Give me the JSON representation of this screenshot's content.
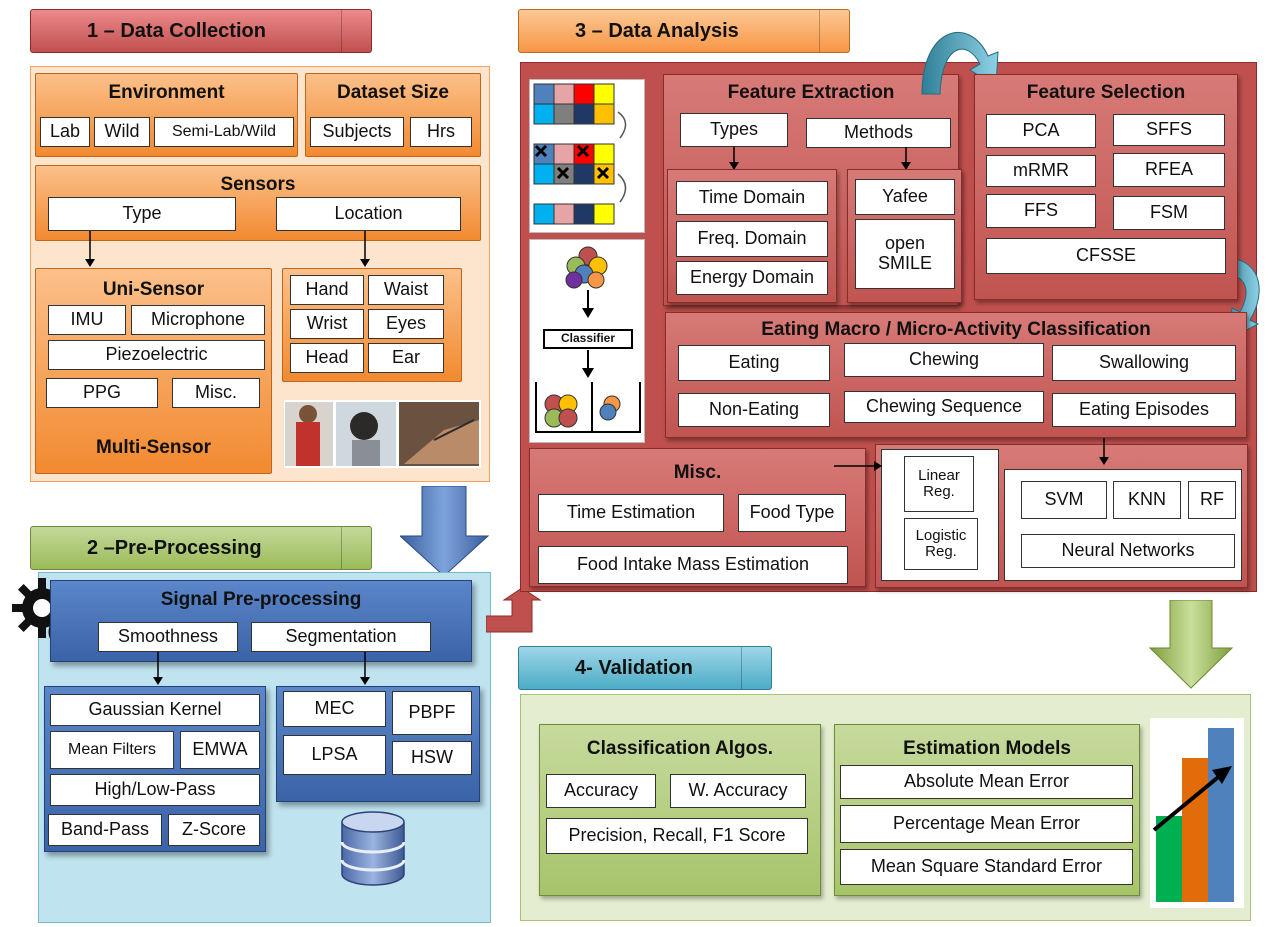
{
  "sections": {
    "data_collection": "1 – Data Collection",
    "pre_processing": "2 –Pre-Processing",
    "data_analysis": "3 – Data Analysis",
    "validation": "4- Validation"
  },
  "collection": {
    "environment": {
      "title": "Environment",
      "items": [
        "Lab",
        "Wild",
        "Semi-Lab/Wild"
      ]
    },
    "dataset_size": {
      "title": "Dataset Size",
      "items": [
        "Subjects",
        "Hrs"
      ]
    },
    "sensors": {
      "title": "Sensors",
      "type": "Type",
      "location": "Location"
    },
    "uni_sensor": {
      "title": "Uni-Sensor",
      "items": [
        "IMU",
        "Microphone",
        "Piezoelectric",
        "PPG",
        "Misc."
      ],
      "multi": "Multi-Sensor"
    },
    "locations": [
      "Hand",
      "Waist",
      "Wrist",
      "Eyes",
      "Head",
      "Ear"
    ]
  },
  "preprocessing": {
    "title": "Signal Pre-processing",
    "smoothness": "Smoothness",
    "segmentation": "Segmentation",
    "smooth_items": [
      "Gaussian Kernel",
      "Mean Filters",
      "EMWA",
      "High/Low-Pass",
      "Band-Pass",
      "Z-Score"
    ],
    "seg_items": [
      "MEC",
      "PBPF",
      "LPSA",
      "HSW"
    ]
  },
  "analysis": {
    "feature_extraction": {
      "title": "Feature Extraction",
      "types": "Types",
      "methods": "Methods",
      "domains": [
        "Time Domain",
        "Freq. Domain",
        "Energy Domain"
      ],
      "tools": [
        "Yafee",
        "open SMILE"
      ]
    },
    "feature_selection": {
      "title": "Feature Selection",
      "items": [
        "PCA",
        "SFFS",
        "mRMR",
        "RFEA",
        "FFS",
        "FSM",
        "CFSSE"
      ]
    },
    "classification": {
      "title": "Eating Macro / Micro-Activity Classification",
      "items": [
        "Eating",
        "Chewing",
        "Swallowing",
        "Non-Eating",
        "Chewing Sequence",
        "Eating Episodes"
      ]
    },
    "misc": {
      "title": "Misc.",
      "items": [
        "Time Estimation",
        "Food Type",
        "Food Intake Mass Estimation"
      ]
    },
    "models": {
      "regression": [
        "Linear Reg.",
        "Logistic Reg."
      ],
      "classifiers": [
        "SVM",
        "KNN",
        "RF"
      ],
      "neural": "Neural Networks"
    },
    "classifier_label": "Classifier"
  },
  "validation": {
    "classification": {
      "title": "Classification  Algos.",
      "items": [
        "Accuracy",
        "W. Accuracy",
        "Precision, Recall, F1 Score"
      ]
    },
    "estimation": {
      "title": "Estimation Models",
      "items": [
        "Absolute Mean Error",
        "Percentage Mean Error",
        "Mean Square Standard Error"
      ]
    },
    "chart_bar_colors": [
      "#00b050",
      "#e36c0a",
      "#4f81bd"
    ]
  }
}
